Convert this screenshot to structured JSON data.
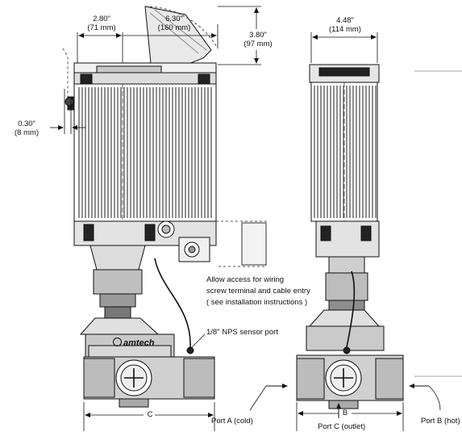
{
  "dimensions": {
    "width_front": {
      "in": "2.80\"",
      "mm": "(71 mm)"
    },
    "cover_swing": {
      "in": "6.30\"",
      "mm": "(160 mm)"
    },
    "cover_height": {
      "in": "3.80\"",
      "mm": "(97 mm)"
    },
    "side_width": {
      "in": "4.48\"",
      "mm": "(114 mm)"
    },
    "knob_offset": {
      "in": "0.30\"",
      "mm": "(8 mm)"
    }
  },
  "annotations": {
    "access_note": [
      "Allow access for wiring",
      "screw terminal and cable entry",
      "( see installation instructions )"
    ],
    "sensor_port": "1/8\" NPS sensor port",
    "dim_c": "C",
    "dim_b": "B"
  },
  "brand": {
    "logo_text": "amtech"
  },
  "ports": {
    "a": "Port A (cold)",
    "b": "Port B (hot)",
    "c": "Port C (outlet)"
  }
}
